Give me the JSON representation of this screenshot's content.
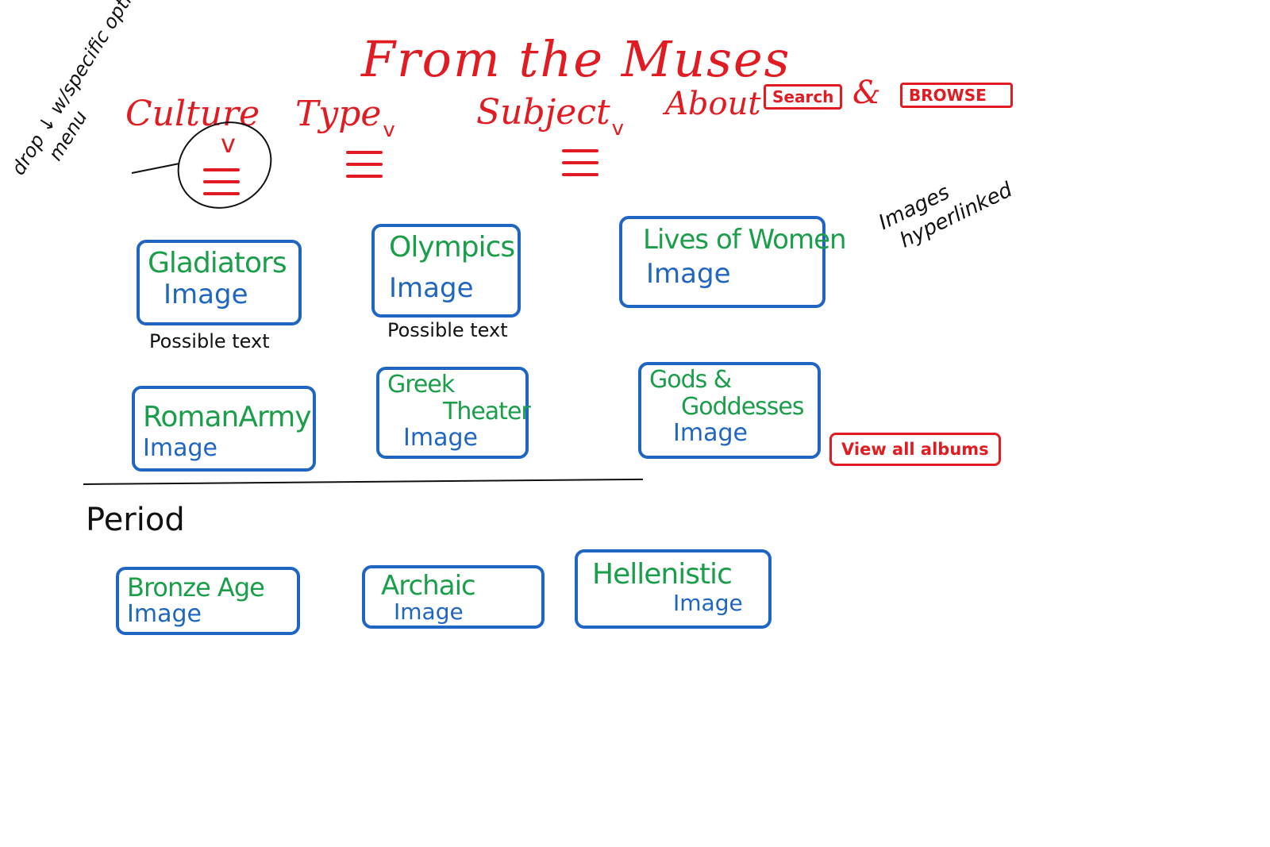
{
  "title": "From the Muses",
  "nav": {
    "culture": "Culture",
    "type": "Type",
    "subject": "Subject",
    "about": "About",
    "search": "Search",
    "amp": "&",
    "browse": "BROWSE",
    "caret": "v"
  },
  "annotations": {
    "dropdown_line1": "drop ↓ w/specific options",
    "dropdown_line2": "menu",
    "images_line1": "Images",
    "images_line2": "hyperlinked"
  },
  "albums": [
    {
      "title": "Gladiators",
      "image": "Image",
      "caption": "Possible text"
    },
    {
      "title": "Olympics",
      "image": "Image",
      "caption": "Possible text"
    },
    {
      "title": "Lives of Women",
      "image": "Image"
    },
    {
      "title": "RomanArmy",
      "image": "Image"
    },
    {
      "title_line1": "Greek",
      "title_line2": "Theater",
      "image": "Image"
    },
    {
      "title_line1": "Gods &",
      "title_line2": "Goddesses",
      "image": "Image"
    }
  ],
  "view_all": "View all albums",
  "period": {
    "label": "Period",
    "items": [
      {
        "title": "Bronze Age",
        "image": "Image"
      },
      {
        "title": "Archaic",
        "image": "Image"
      },
      {
        "title": "Hellenistic",
        "image": "Image"
      }
    ]
  },
  "colors": {
    "red": "#e11b22",
    "green": "#1a9e4a",
    "blue": "#1f66c2",
    "black": "#111111"
  }
}
